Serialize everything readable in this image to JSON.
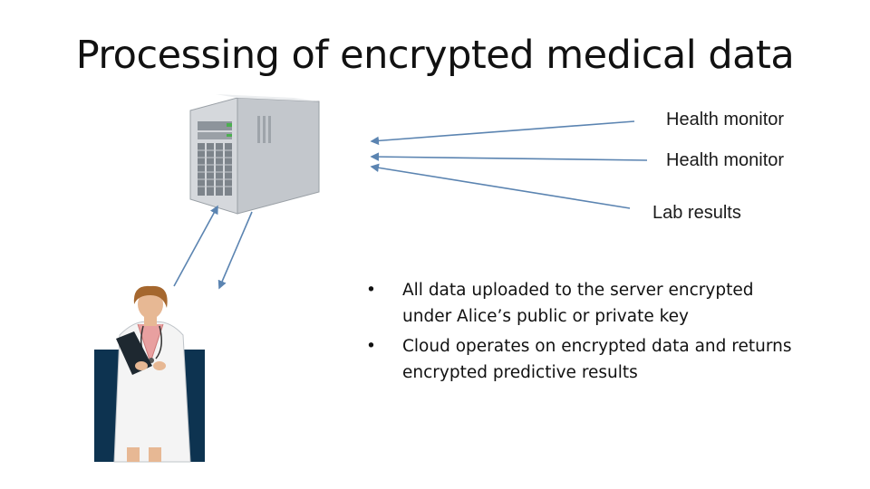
{
  "title": "Processing of encrypted medical data",
  "sources": [
    {
      "label": "Health monitor"
    },
    {
      "label": "Health monitor"
    },
    {
      "label": "Lab results"
    }
  ],
  "bullets": [
    {
      "marker": "•",
      "text": "All data uploaded to the server encrypted under Alice’s public  or private key"
    },
    {
      "marker": "•",
      "text": "Cloud operates on encrypted data and returns encrypted predictive results"
    }
  ],
  "colors": {
    "arrow": "#5b84b1",
    "server_body": "#c9ccd1",
    "doctor_background": "#0d3350",
    "coat": "#f4f4f4"
  },
  "icons": [
    "server-icon",
    "doctor-icon"
  ]
}
